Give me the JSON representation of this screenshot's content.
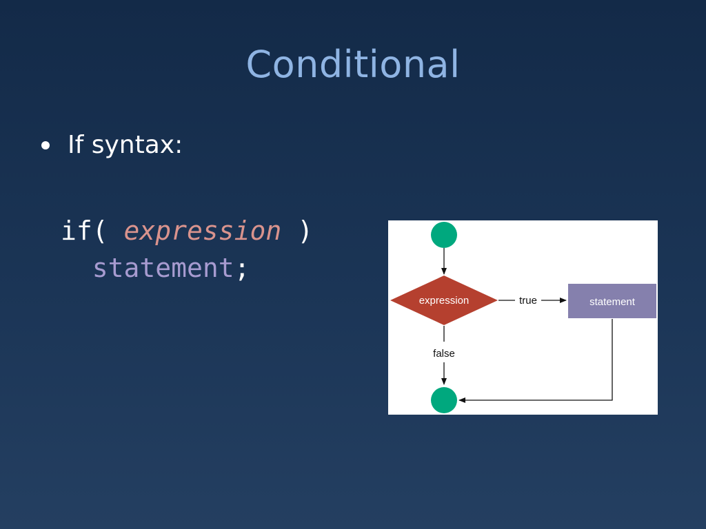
{
  "slide": {
    "title": "Conditional",
    "bullet": "If syntax:"
  },
  "code": {
    "line1_keyword": "if(",
    "line1_expression": "expression",
    "line1_close": ")",
    "line2_statement": "statement",
    "line2_semicolon": ";"
  },
  "flowchart": {
    "decision_label": "expression",
    "true_label": "true",
    "false_label": "false",
    "statement_label": "statement",
    "colors": {
      "start_end": "#00a87e",
      "decision": "#b5402f",
      "statement": "#8580ad",
      "line": "#111111"
    }
  }
}
